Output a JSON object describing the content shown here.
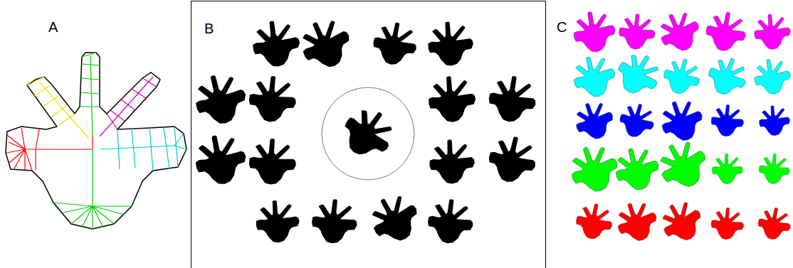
{
  "diagram": {
    "nodes": [
      {
        "text": [
          "B"
        ]
      }
    ],
    "labels": [
      "A",
      "C"
    ]
  }
}
